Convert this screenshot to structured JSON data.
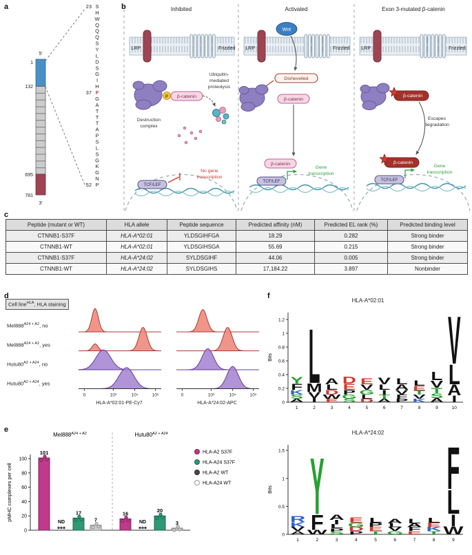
{
  "panel_a": {
    "label": "a",
    "five_prime": "5′",
    "three_prime": "3′",
    "pos_1": "1",
    "pos_132": "132",
    "pos_695": "695",
    "pos_781": "781",
    "num_start": "23",
    "num_mut": "37",
    "num_end": "52",
    "sequence": "SHWQQQSYLDSGIHFGATTTAPSLSGKGNP",
    "mut_index": 14,
    "mut_color": "#d03a2a"
  },
  "panel_b": {
    "label": "b",
    "titles": [
      "Inhibited",
      "Activated",
      "Exon 3-mutated β-catenin"
    ],
    "lrp": "LRP",
    "frizzled": "Frizzled",
    "wnt": "Wnt",
    "p": "P",
    "beta_catenin": "β-catenin",
    "destruction_l1": "Destruction",
    "destruction_l2": "complex",
    "ub_l1": "Ubiquitin-",
    "ub_l2": "mediated",
    "ub_l3": "proteolysis",
    "dishevelled": "Dishevelled",
    "escapes_l1": "Escapes",
    "escapes_l2": "degradation",
    "tcf": "TCF/LEF",
    "no_gene_l1": "No gene",
    "no_gene_l2": "transcription",
    "gene_l1": "Gene",
    "gene_l2": "transcription"
  },
  "panel_c": {
    "label": "c",
    "headers": [
      "Peptide (mutant or WT)",
      "HLA allele",
      "Peptide sequence",
      "Predicted affinity (nM)",
      "Predicted EL rank (%)",
      "Predicted binding level"
    ],
    "rows": [
      [
        "CTNNB1-S37F",
        "HLA-A*02:01",
        "YLDSGIHFGA",
        "18.29",
        "0.282",
        "Strong binder"
      ],
      [
        "CTNNB1-WT",
        "HLA-A*02:01",
        "YLDSGIHSGA",
        "55.69",
        "0.215",
        "Strong binder"
      ],
      [
        "CTNNB1-S37F",
        "HLA-A*24:02",
        "SYLDSGIHF",
        "44.06",
        "0.005",
        "Strong binder"
      ],
      [
        "CTNNB1-WT",
        "HLA-A*24:02",
        "SYLDSGIHS",
        "17,184.22",
        "3.897",
        "Nonbinder"
      ]
    ]
  },
  "panel_d": {
    "label": "d",
    "header": {
      "base": "Cell line",
      "sup": "HLA",
      "suffix": ", HLA staining"
    },
    "rows": [
      {
        "base": "Mel888",
        "sup": "A24 + A2",
        "suffix": ", no"
      },
      {
        "base": "Mel888",
        "sup": "A24 + A2",
        "suffix": ", yes"
      },
      {
        "base": "Hutu80",
        "sup": "A2 + A24",
        "suffix": ", no"
      },
      {
        "base": "Hutu80",
        "sup": "A2 + A24",
        "suffix": ", yes"
      }
    ]
  },
  "panel_e": {
    "label": "e"
  },
  "panel_f": {
    "label": "f"
  },
  "chart_data": [
    {
      "id": "flow-a2",
      "type": "area",
      "xlabel": "HLA-A*02:01-PE-Cy7",
      "xticks": [
        "0",
        "10³",
        "10⁴",
        "10⁵"
      ],
      "xtick_pos": [
        0.07,
        0.42,
        0.68,
        0.93
      ],
      "rows": [
        {
          "label": "Mel888 A24+A2, no",
          "color": "red",
          "peaks": [
            {
              "c": 0.2,
              "w": 0.04,
              "h": 1.0
            }
          ]
        },
        {
          "label": "Mel888 A24+A2, yes",
          "color": "red",
          "peaks": [
            {
              "c": 0.2,
              "w": 0.035,
              "h": 0.3
            },
            {
              "c": 0.78,
              "w": 0.05,
              "h": 1.0
            }
          ]
        },
        {
          "label": "Hutu80 A2+A24, no",
          "color": "purple",
          "peaks": [
            {
              "c": 0.3,
              "w": 0.09,
              "h": 0.85
            }
          ]
        },
        {
          "label": "Hutu80 A2+A24, yes",
          "color": "purple",
          "peaks": [
            {
              "c": 0.58,
              "w": 0.09,
              "h": 0.9
            }
          ]
        }
      ]
    },
    {
      "id": "flow-a24",
      "type": "area",
      "xlabel": "HLA-A*24:02-APC",
      "xticks": [
        "0",
        "10³",
        "10⁴",
        "10⁵"
      ],
      "xtick_pos": [
        0.07,
        0.42,
        0.68,
        0.93
      ],
      "rows": [
        {
          "label": "Mel888 A24+A2, no",
          "color": "red",
          "peaks": [
            {
              "c": 0.32,
              "w": 0.05,
              "h": 0.95
            }
          ]
        },
        {
          "label": "Mel888 A24+A2, yes",
          "color": "red",
          "peaks": [
            {
              "c": 0.62,
              "w": 0.055,
              "h": 1.0
            }
          ]
        },
        {
          "label": "Hutu80 A2+A24, no",
          "color": "purple",
          "peaks": [
            {
              "c": 0.38,
              "w": 0.07,
              "h": 0.9
            }
          ]
        },
        {
          "label": "Hutu80 A2+A24, yes",
          "color": "purple",
          "peaks": [
            {
              "c": 0.68,
              "w": 0.07,
              "h": 0.95
            }
          ]
        }
      ]
    },
    {
      "id": "pmhc-bars",
      "type": "bar",
      "ylabel": "pMHC complexes per cell",
      "ylim": [
        0,
        100
      ],
      "yticks": [
        0,
        20,
        40,
        60,
        80,
        100
      ],
      "series_colors": {
        "HLA-A2 S37F": "#bf3a8b",
        "HLA-A24 S37F": "#2f9a74",
        "HLA-A2 WT": "#474747",
        "HLA-A24 WT": "#cfcfcf"
      },
      "groups": [
        {
          "base": "Mel888",
          "sup": "A24 + A2",
          "bars": [
            {
              "series": "HLA-A2 S37F",
              "value": 101,
              "label": "101"
            },
            {
              "series": "HLA-A2 WT",
              "value": null,
              "label": "ND"
            },
            {
              "series": "HLA-A24 S37F",
              "value": 17,
              "label": "17"
            },
            {
              "series": "HLA-A24 WT",
              "value": 7,
              "label": "7"
            }
          ]
        },
        {
          "base": "Hutu80",
          "sup": "A2 + A24",
          "bars": [
            {
              "series": "HLA-A2 S37F",
              "value": 16,
              "label": "16"
            },
            {
              "series": "HLA-A2 WT",
              "value": null,
              "label": "ND"
            },
            {
              "series": "HLA-A24 S37F",
              "value": 20,
              "label": "20"
            },
            {
              "series": "HLA-A24 WT",
              "value": 3,
              "label": "3"
            }
          ]
        }
      ],
      "legend": [
        {
          "label": "HLA-A2 S37F",
          "color": "#bf3a8b",
          "open": false
        },
        {
          "label": "HLA-A24 S37F",
          "color": "#2f9a74",
          "open": false
        },
        {
          "label": "HLA-A2 WT",
          "color": "#474747",
          "open": false
        },
        {
          "label": "HLA-A24 WT",
          "color": "#cfcfcf",
          "open": true
        }
      ]
    },
    {
      "id": "logo-a0201",
      "type": "logo",
      "title": "HLA-A*02:01",
      "ylabel": "Bits",
      "ylim": [
        0,
        1.3
      ],
      "yticks": [
        0,
        0.2,
        0.4,
        0.6,
        0.8,
        1.0,
        1.2
      ],
      "xticks": [
        "1",
        "2",
        "3",
        "4",
        "5",
        "6",
        "7",
        "8",
        "9",
        "10"
      ],
      "stacks": [
        [
          [
            "Y",
            0.1
          ],
          [
            "F",
            0.09
          ],
          [
            "K",
            0.07
          ],
          [
            "S",
            0.06
          ],
          [
            "A",
            0.05
          ]
        ],
        [
          [
            "L",
            0.82
          ],
          [
            "M",
            0.13
          ],
          [
            "V",
            0.09
          ],
          [
            "I",
            0.06
          ]
        ],
        [
          [
            "A",
            0.09
          ],
          [
            "L",
            0.08
          ],
          [
            "D",
            0.07
          ],
          [
            "W",
            0.06
          ],
          [
            "E",
            0.05
          ]
        ],
        [
          [
            "D",
            0.11
          ],
          [
            "E",
            0.09
          ],
          [
            "P",
            0.07
          ],
          [
            "G",
            0.06
          ],
          [
            "S",
            0.05
          ]
        ],
        [
          [
            "E",
            0.09
          ],
          [
            "V",
            0.08
          ],
          [
            "G",
            0.07
          ],
          [
            "L",
            0.06
          ],
          [
            "D",
            0.05
          ]
        ],
        [
          [
            "V",
            0.1
          ],
          [
            "L",
            0.08
          ],
          [
            "I",
            0.07
          ],
          [
            "T",
            0.06
          ],
          [
            "A",
            0.05
          ]
        ],
        [
          [
            "L",
            0.09
          ],
          [
            "A",
            0.08
          ],
          [
            "V",
            0.07
          ],
          [
            "F",
            0.06
          ],
          [
            "P",
            0.05
          ]
        ],
        [
          [
            "L",
            0.08
          ],
          [
            "E",
            0.07
          ],
          [
            "T",
            0.06
          ],
          [
            "V",
            0.06
          ],
          [
            "K",
            0.05
          ]
        ],
        [
          [
            "L",
            0.13
          ],
          [
            "V",
            0.11
          ],
          [
            "T",
            0.08
          ],
          [
            "S",
            0.07
          ],
          [
            "A",
            0.06
          ]
        ],
        [
          [
            "V",
            0.72
          ],
          [
            "L",
            0.3
          ],
          [
            "A",
            0.16
          ],
          [
            "I",
            0.1
          ]
        ]
      ]
    },
    {
      "id": "logo-a2402",
      "type": "logo",
      "title": "HLA-A*24:02",
      "ylabel": "Bits",
      "ylim": [
        0,
        1.6
      ],
      "yticks": [
        0,
        0.5,
        1.0,
        1.5
      ],
      "xticks": [
        "1",
        "2",
        "3",
        "4",
        "5",
        "6",
        "7",
        "8",
        "9"
      ],
      "stacks": [
        [
          [
            "R",
            0.11
          ],
          [
            "K",
            0.09
          ],
          [
            "V",
            0.07
          ],
          [
            "A",
            0.06
          ]
        ],
        [
          [
            "Y",
            1.05
          ],
          [
            "F",
            0.28
          ],
          [
            "W",
            0.08
          ]
        ],
        [
          [
            "A",
            0.1
          ],
          [
            "I",
            0.08
          ],
          [
            "L",
            0.07
          ],
          [
            "P",
            0.06
          ],
          [
            "S",
            0.05
          ]
        ],
        [
          [
            "E",
            0.1
          ],
          [
            "G",
            0.08
          ],
          [
            "D",
            0.07
          ],
          [
            "P",
            0.06
          ]
        ],
        [
          [
            "L",
            0.09
          ],
          [
            "P",
            0.08
          ],
          [
            "E",
            0.07
          ],
          [
            "T",
            0.06
          ]
        ],
        [
          [
            "A",
            0.08
          ],
          [
            "L",
            0.07
          ],
          [
            "V",
            0.07
          ],
          [
            "G",
            0.06
          ]
        ],
        [
          [
            "L",
            0.08
          ],
          [
            "A",
            0.07
          ],
          [
            "F",
            0.07
          ],
          [
            "E",
            0.06
          ]
        ],
        [
          [
            "L",
            0.09
          ],
          [
            "E",
            0.08
          ],
          [
            "K",
            0.07
          ],
          [
            "T",
            0.06
          ]
        ],
        [
          [
            "F",
            0.78
          ],
          [
            "L",
            0.44
          ],
          [
            "I",
            0.22
          ],
          [
            "W",
            0.15
          ]
        ]
      ]
    }
  ]
}
